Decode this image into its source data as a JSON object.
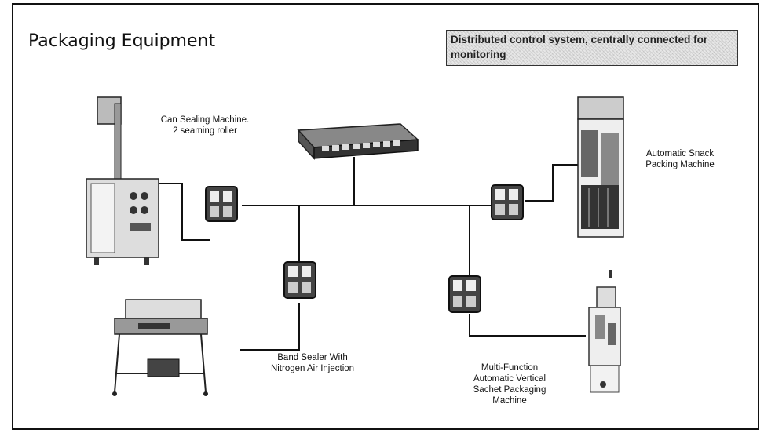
{
  "slide": {
    "title": "Packaging Equipment",
    "callout": "Distributed control system, centrally connected for monitoring"
  },
  "network": {
    "hub_icon": "network-switch-icon",
    "node_icon": "plc-controller-icon",
    "line_color": "#111111"
  },
  "machines": [
    {
      "id": "can-sealing",
      "label_lines": [
        "Can Sealing Machine.",
        "2 seaming roller"
      ],
      "icon": "can-sealing-machine-icon"
    },
    {
      "id": "snack-packing",
      "label_lines": [
        "Automatic Snack",
        "Packing Machine"
      ],
      "icon": "snack-packing-machine-icon"
    },
    {
      "id": "band-sealer",
      "label_lines": [
        "Band Sealer With",
        "Nitrogen Air Injection"
      ],
      "icon": "band-sealer-machine-icon"
    },
    {
      "id": "sachet-packaging",
      "label_lines": [
        "Multi-Function",
        "Automatic Vertical",
        "Sachet Packaging",
        "Machine"
      ],
      "icon": "sachet-packaging-machine-icon"
    }
  ]
}
